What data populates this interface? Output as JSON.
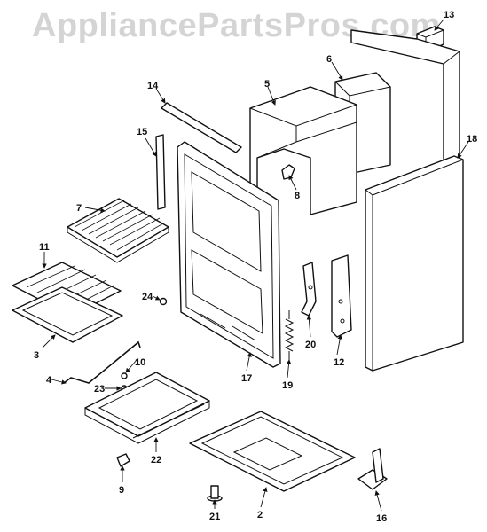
{
  "watermark": "AppliancePartsPros.com",
  "labels": {
    "p2": "2",
    "p3": "3",
    "p4": "4",
    "p5": "5",
    "p6": "6",
    "p7": "7",
    "p8": "8",
    "p9": "9",
    "p10": "10",
    "p11": "11",
    "p12": "12",
    "p13": "13",
    "p14": "14",
    "p15": "15",
    "p16": "16",
    "p17": "17",
    "p18": "18",
    "p19": "19",
    "p20": "20",
    "p21": "21",
    "p22": "22",
    "p23": "23",
    "p24": "24"
  },
  "colors": {
    "line": "#111111",
    "watermark": "#d4d4d4",
    "background": "#ffffff"
  }
}
